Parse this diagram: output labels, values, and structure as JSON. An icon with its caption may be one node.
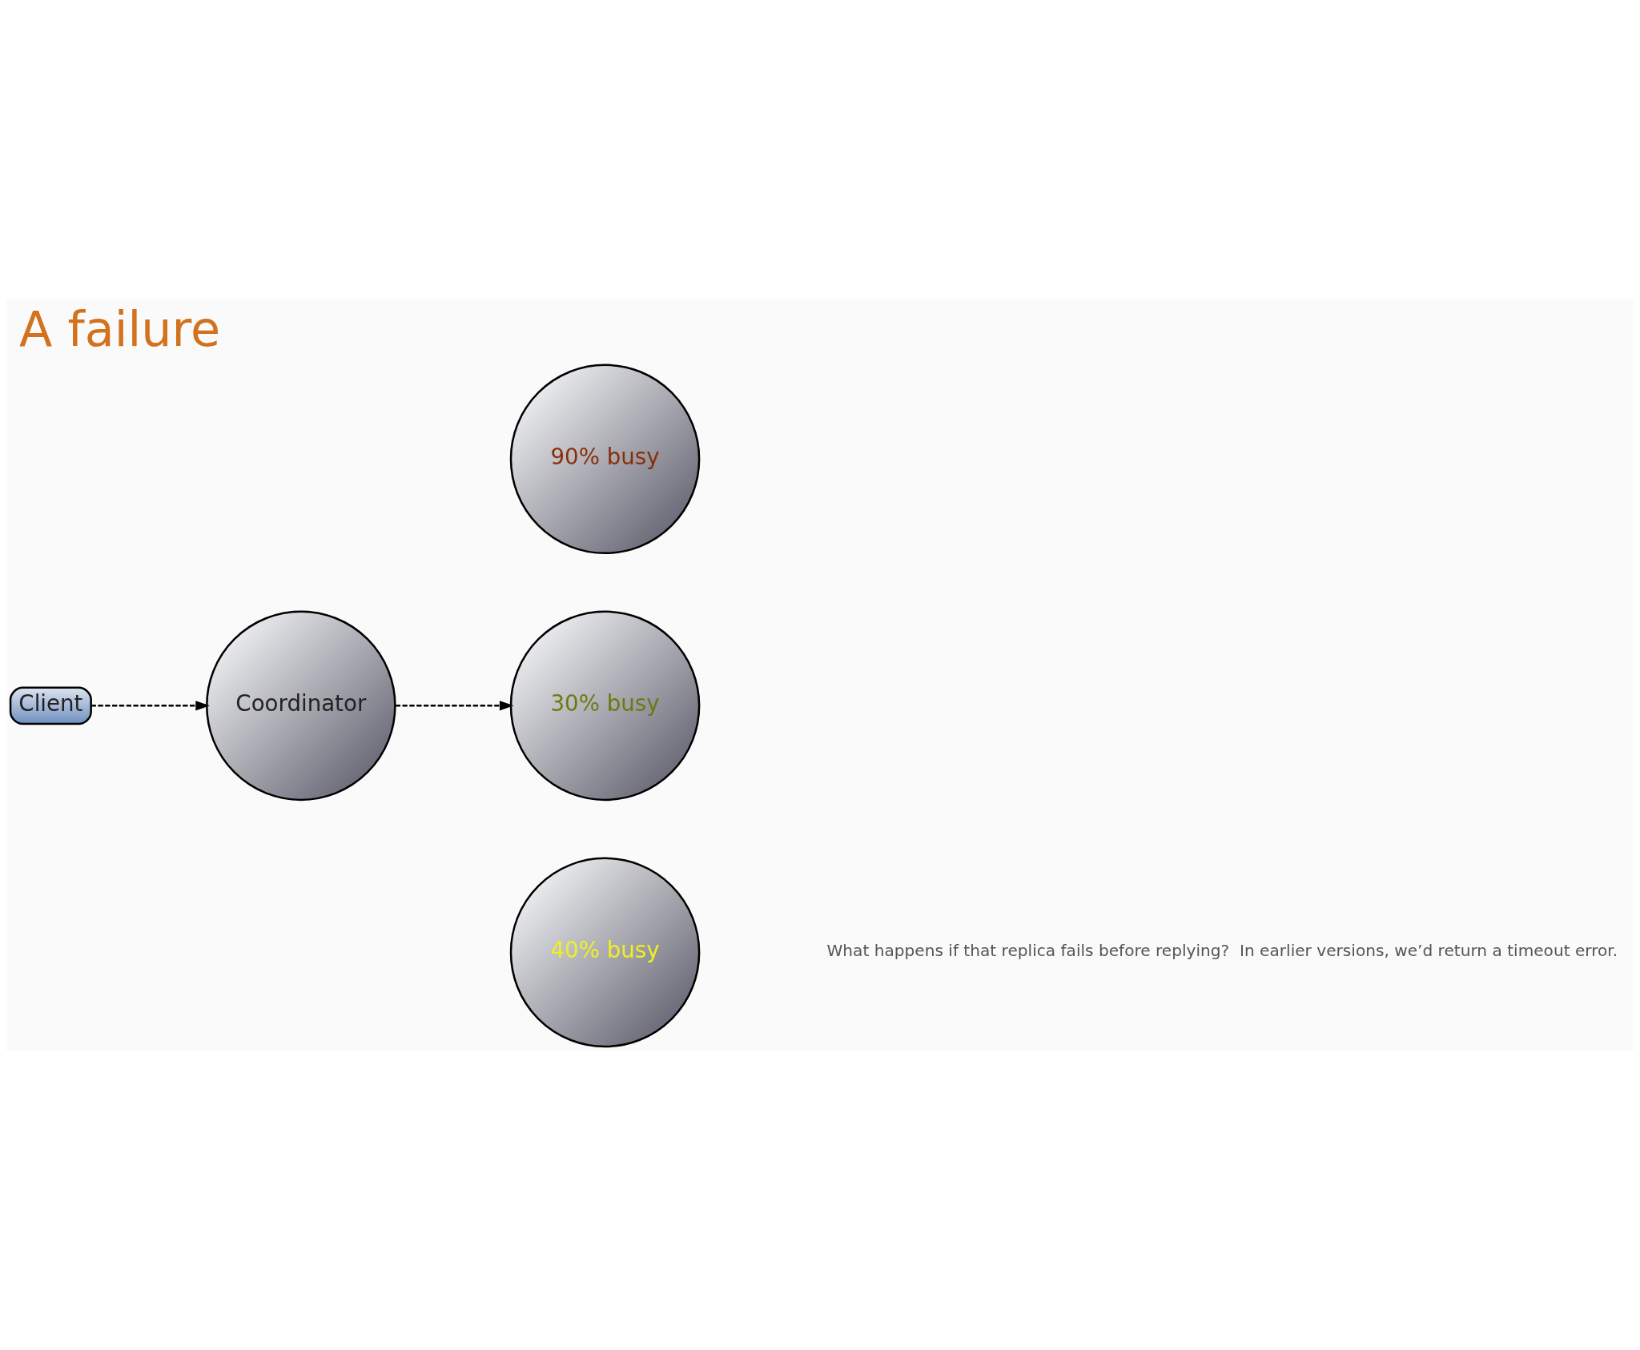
{
  "diagram": {
    "title": "A failure",
    "caption": "What happens if that replica fails before replying?  In earlier versions, we’d return a timeout error.",
    "nodes": [
      {
        "text": [
          "Client"
        ]
      },
      {
        "text": [
          "Coordinator"
        ]
      },
      {
        "text": [
          "90% busy"
        ]
      },
      {
        "text": [
          "30% busy"
        ]
      },
      {
        "text": [
          "40% busy"
        ]
      }
    ],
    "edges": [
      {
        "from": 0,
        "to": 1,
        "arrow": "to",
        "style": "dashed"
      },
      {
        "from": 1,
        "to": 3,
        "arrow": "to",
        "style": "dashed"
      }
    ]
  }
}
